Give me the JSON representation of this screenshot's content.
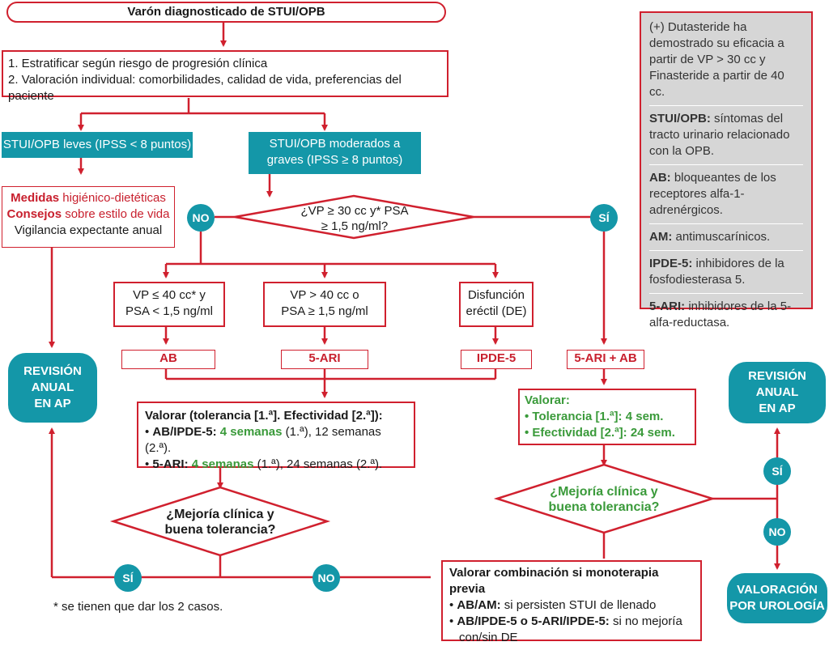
{
  "top": "Varón diagnosticado de STUI/OPB",
  "step1": "1. Estratificar según riesgo de progresión clínica",
  "step2": "2. Valoración individual: comorbilidades, calidad de vida, preferencias del paciente",
  "leve": "STUI/OPB leves (IPSS < 8 puntos)",
  "mod1": "STUI/OPB moderados a",
  "mod2": "graves (IPSS ≥ 8 puntos)",
  "med_b1": "Medidas",
  "med_t1": " higiénico-dietéticas",
  "med_b2": "Consejos",
  "med_t2": " sobre estilo de vida",
  "med_3": "Vigilancia expectante anual",
  "q1a": "¿VP ≥ 30 cc y* PSA",
  "q1b": "≥ 1,5 ng/ml?",
  "no": "NO",
  "si": "SÍ",
  "c1a": "VP ≤ 40 cc* y",
  "c1b": "PSA < 1,5 ng/ml",
  "c2a": "VP > 40 cc o",
  "c2b": "PSA ≥ 1,5 ng/ml",
  "c3a": "Disfunción",
  "c3b": "eréctil (DE)",
  "t_ab": "AB",
  "t_5ari": "5-ARI",
  "t_ipde": "IPDE-5",
  "t_comb": "5-ARI + AB",
  "rev1": "REVISIÓN",
  "rev2": "ANUAL",
  "rev3": "EN AP",
  "val_title": "Valorar (tolerancia [1.ª]. Efectividad [2.ª]):",
  "val1_b": "AB/IPDE-5: ",
  "val1_g": "4 semanas",
  "val1_t": " (1.ª), 12 semanas (2.ª).",
  "val2_b": "5-ARI: ",
  "val2_g": "4 semanas",
  "val2_t": " (1.ª), 24 semanas (2.ª).",
  "valr_title": "Valorar:",
  "valr1": "• Tolerancia [1.ª]: 4 sem.",
  "valr2": "• Efectividad [2.ª]: 24 sem.",
  "q2a": "¿Mejoría clínica y",
  "q2b": "buena tolerancia?",
  "q3a": "¿Mejoría clínica y",
  "q3b": "buena tolerancia?",
  "comb_title": "Valorar combinación si monoterapia previa",
  "comb1_b": "AB/AM:",
  "comb1_t": " si persisten STUI de llenado",
  "comb2_b": "AB/IPDE-5 o 5-ARI/IPDE-5:",
  "comb2_t": " si no mejoría",
  "comb2_t2": "con/sin DE",
  "urol1": "VALORACIÓN",
  "urol2": "POR UROLOGÍA",
  "footnote": "* se tienen que dar los 2 casos.",
  "leg1": "(+) Dutasteride ha demostrado su eficacia a partir de VP >  30 cc y Finasteride a partir de 40 cc.",
  "leg2_b": "STUI/OPB:",
  "leg2_t": " síntomas del tracto urinario relacionado con la OPB.",
  "leg3_b": "AB:",
  "leg3_t": " bloqueantes de los receptores alfa-1-adrenérgicos.",
  "leg4_b": "AM:",
  "leg4_t": " antimuscarínicos.",
  "leg5_b": "IPDE-5:",
  "leg5_t": " inhibidores de la fosfodiesterasa 5.",
  "leg6_b": "5-ARI:",
  "leg6_t": " inhibidores de la 5-alfa-reductasa."
}
